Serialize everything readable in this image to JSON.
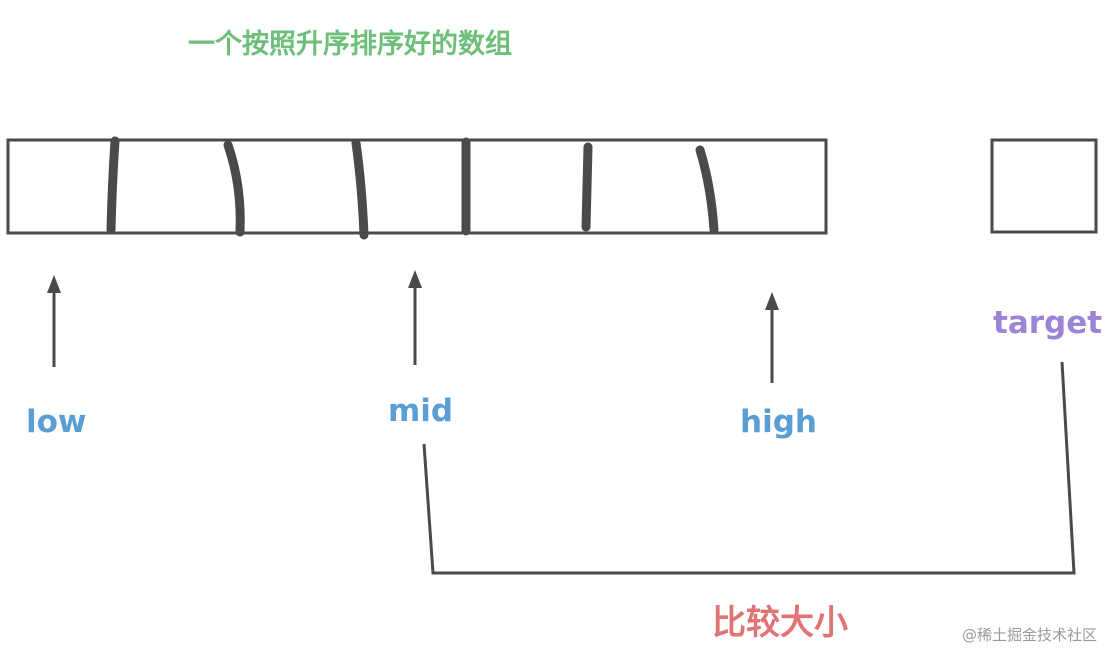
{
  "title": "一个按照升序排序好的数组",
  "pointers": {
    "low": "low",
    "mid": "mid",
    "high": "high"
  },
  "target_label": "target",
  "compare_label": "比较大小",
  "watermark": "@稀土掘金技术社区",
  "colors": {
    "title": "#6dbf7a",
    "pointer": "#5a9fd4",
    "target": "#9b84d6",
    "compare": "#e07373",
    "stroke": "#4a4a4a",
    "watermark": "#9a9a9a"
  }
}
